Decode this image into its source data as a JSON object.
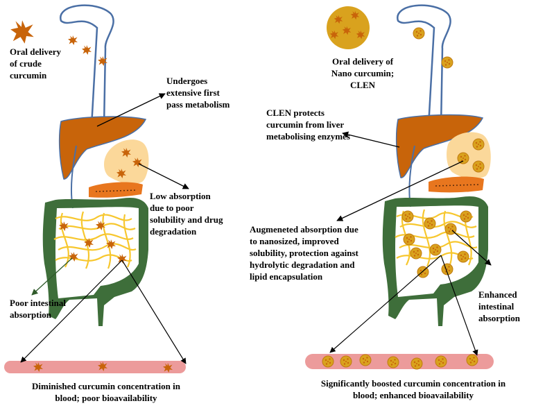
{
  "left_panel": {
    "oral_delivery": "Oral delivery\nof crude\ncurcumin",
    "first_pass": "Undergoes\nextensive first\npass metabolism",
    "low_absorption": "Low absorption\ndue to poor\nsolubility and drug\ndegradation",
    "poor_intestinal": "Poor intestinal\nabsorption",
    "blood_result": "Diminished curcumin concentration in\nblood; poor bioavailability"
  },
  "right_panel": {
    "oral_delivery": "Oral delivery of\nNano curcumin;\nCLEN",
    "liver_protection": "CLEN protects\ncurcumin from liver\nmetabolising enzymes",
    "augmented_absorption": "Augmeneted absorption due\nto nanosized, improved\nsolubility, protection against\nhydrolytic degradation and\nlipid encapsulation",
    "enhanced_intestinal": "Enhanced\nintestinal\nabsorption",
    "blood_result": "Significantly boosted curcumin concentration in\nblood; enhanced bioavailability"
  },
  "colors": {
    "esophagus": "#4a6fa5",
    "liver": "#c8640a",
    "stomach": "#fbd89a",
    "pancreas": "#e8761e",
    "colon": "#3e6e3a",
    "small_intestine": "#f7c72e",
    "blood_vessel": "#ec9b9b",
    "crude_curcumin": "#c8640a",
    "nano_curcumin": "#d9a21e"
  }
}
